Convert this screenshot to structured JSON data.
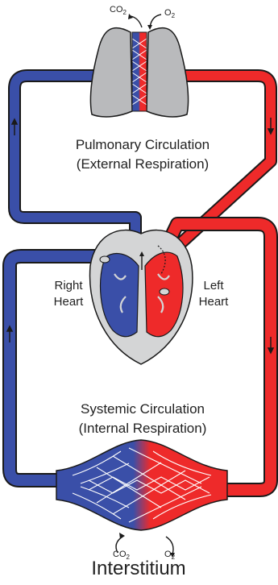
{
  "gases": {
    "co2_base": "CO",
    "co2_sub": "2",
    "o2_base": "O",
    "o2_sub": "2"
  },
  "labels": {
    "pulmonary_line1": "Pulmonary Circulation",
    "pulmonary_line2": "(External Respiration)",
    "right_heart_line1": "Right",
    "right_heart_line2": "Heart",
    "left_heart_line1": "Left",
    "left_heart_line2": "Heart",
    "systemic_line1": "Systemic Circulation",
    "systemic_line2": "(Internal Respiration)",
    "interstitium": "Interstitium"
  },
  "colors": {
    "deoxygenated": "#3a4fa8",
    "oxygenated": "#ee2a2a",
    "outline": "#1a1a1a",
    "lung": "#b9babc",
    "heart_wall": "#d4d5d6"
  }
}
